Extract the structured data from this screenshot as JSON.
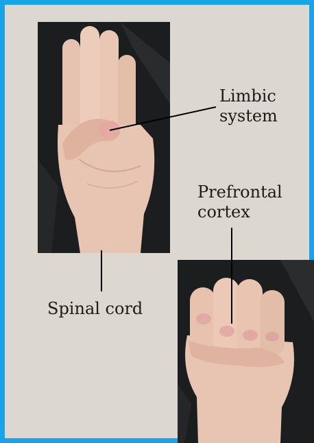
{
  "labels": {
    "limbic": [
      "Limbic",
      "system"
    ],
    "prefrontal": [
      "Prefrontal",
      "cortex"
    ],
    "spinal": "Spinal cord"
  },
  "colors": {
    "frame_border": "#1aa3e8",
    "background": "#dcd8d1",
    "photo_background": "#1c1d1e",
    "skin": "#e9c6b4",
    "line": "#000000"
  },
  "images": {
    "open_hand": "hand-palm-thumb-folded-photo",
    "closed_fist": "hand-fist-fingers-folded-photo"
  }
}
